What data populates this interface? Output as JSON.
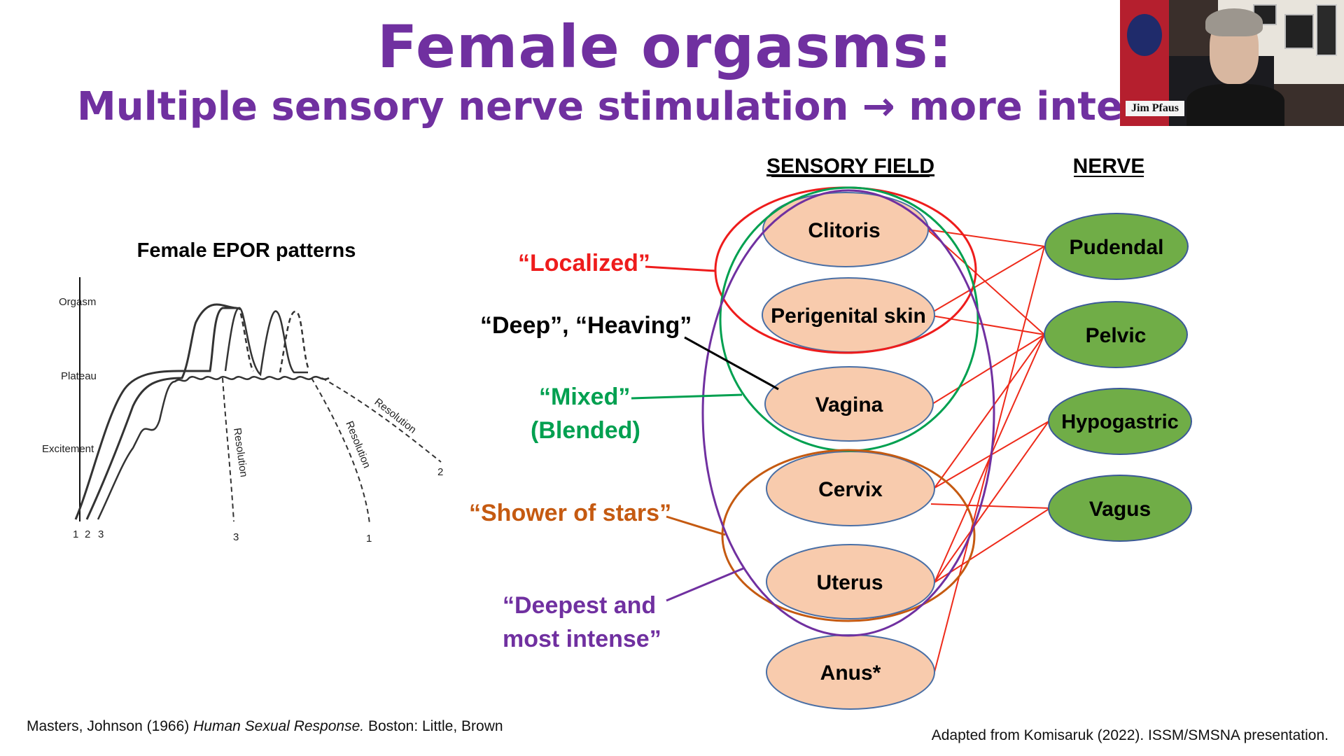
{
  "title": "Female orgasms:",
  "subtitle": "Multiple sensory nerve stimulation → more intense or",
  "video": {
    "participant_name": "Jim Pfaus"
  },
  "epor": {
    "title": "Female EPOR patterns",
    "y_labels": [
      "Orgasm",
      "Plateau",
      "Excitement"
    ],
    "curve_labels_start": [
      "1",
      "2",
      "3"
    ],
    "resolution_label": "Resolution",
    "resolution_ends": [
      "3",
      "1",
      "2"
    ]
  },
  "diagram": {
    "col_sensory": "SENSORY FIELD",
    "col_nerve": "NERVE",
    "sensory_fields": [
      "Clitoris",
      "Perigenital skin",
      "Vagina",
      "Cervix",
      "Uterus",
      "Anus*"
    ],
    "nerves": [
      "Pudendal",
      "Pelvic",
      "Hypogastric",
      "Vagus"
    ],
    "labels": {
      "localized": "“Localized”",
      "deep_heaving": "“Deep”, “Heaving”",
      "mixed_1": "“Mixed”",
      "mixed_2": "(Blended)",
      "shower": "“Shower of stars”",
      "deepest_1": "“Deepest and",
      "deepest_2": "most intense”"
    },
    "colors": {
      "field_fill": "#f8cbad",
      "nerve_fill": "#70ad47",
      "localized": "#ee1c1c",
      "mixed": "#00a050",
      "shower": "#c55a11",
      "deepest": "#7030a0",
      "connector": "#ee2a1a"
    }
  },
  "citations": {
    "left_pre": "Masters, Johnson (1966) ",
    "left_italic": "Human Sexual Response.",
    "left_post": " Boston: Little, Brown",
    "right": "Adapted from Komisaruk (2022). ISSM/SMSNA presentation."
  }
}
